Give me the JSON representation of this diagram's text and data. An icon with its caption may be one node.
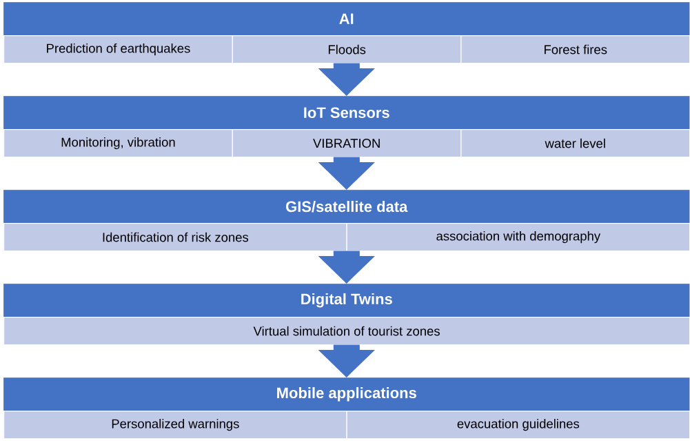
{
  "diagram": {
    "nodes": [
      {
        "text": [],
        "shape": "box"
      },
      {
        "text": [
          "AI"
        ],
        "in": 0
      },
      {
        "text": [
          "Prediction of earthquakes"
        ],
        "in": 0
      },
      {
        "text": [
          "Floods"
        ],
        "in": 0
      },
      {
        "text": [
          "Forest fires"
        ],
        "in": 0
      },
      {
        "text": [],
        "shape": "box"
      },
      {
        "text": [
          "IoT Sensors"
        ],
        "in": 5
      },
      {
        "text": [
          "Monitoring, vibration"
        ],
        "in": 5
      },
      {
        "text": [
          "VIBRATION"
        ],
        "in": 5
      },
      {
        "text": [
          "water level"
        ],
        "in": 5
      },
      {
        "text": [],
        "shape": "box"
      },
      {
        "text": [
          "GIS/satellite data"
        ],
        "in": 10
      },
      {
        "text": [
          "Identification of risk zones"
        ],
        "in": 10
      },
      {
        "text": [
          "association with demography"
        ],
        "in": 10
      },
      {
        "text": [],
        "shape": "box"
      },
      {
        "text": [
          "Digital Twins"
        ],
        "in": 14
      },
      {
        "text": [
          "Virtual simulation of tourist zones"
        ],
        "in": 14
      },
      {
        "text": [],
        "shape": "box"
      },
      {
        "text": [
          "Mobile applications"
        ],
        "in": 17
      },
      {
        "text": [
          "Personalized warnings"
        ],
        "in": 17
      },
      {
        "text": [
          "evacuation guidelines"
        ],
        "in": 17
      }
    ],
    "edges": [
      {
        "from": 0,
        "to": 5,
        "arrow": "to"
      },
      {
        "from": 5,
        "to": 10,
        "arrow": "to"
      },
      {
        "from": 10,
        "to": 14,
        "arrow": "to"
      },
      {
        "from": 14,
        "to": 17,
        "arrow": "to"
      }
    ]
  }
}
